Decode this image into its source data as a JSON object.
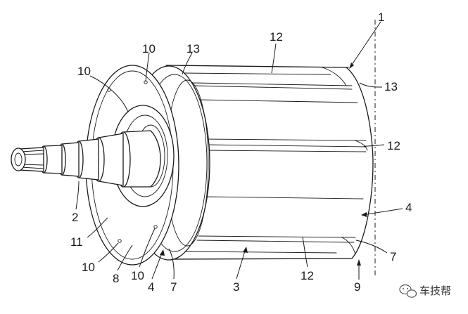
{
  "labels": [
    {
      "id": "label-1",
      "text": "1"
    },
    {
      "id": "label-12-top",
      "text": "12"
    },
    {
      "id": "label-13-top",
      "text": "13"
    },
    {
      "id": "label-10-top",
      "text": "10"
    },
    {
      "id": "label-10-left",
      "text": "10"
    },
    {
      "id": "label-13-right",
      "text": "13"
    },
    {
      "id": "label-12-right",
      "text": "12"
    },
    {
      "id": "label-4-right",
      "text": "4"
    },
    {
      "id": "label-7-right",
      "text": "7"
    },
    {
      "id": "label-9",
      "text": "9"
    },
    {
      "id": "label-12-bottom",
      "text": "12"
    },
    {
      "id": "label-3",
      "text": "3"
    },
    {
      "id": "label-7-bottom",
      "text": "7"
    },
    {
      "id": "label-4-bottom",
      "text": "4"
    },
    {
      "id": "label-10-bottom",
      "text": "10"
    },
    {
      "id": "label-8",
      "text": "8"
    },
    {
      "id": "label-10-bottom-left",
      "text": "10"
    },
    {
      "id": "label-11",
      "text": "11"
    },
    {
      "id": "label-2",
      "text": "2"
    }
  ],
  "watermark": {
    "text": "车技帮",
    "icon": "wechat-icon"
  }
}
